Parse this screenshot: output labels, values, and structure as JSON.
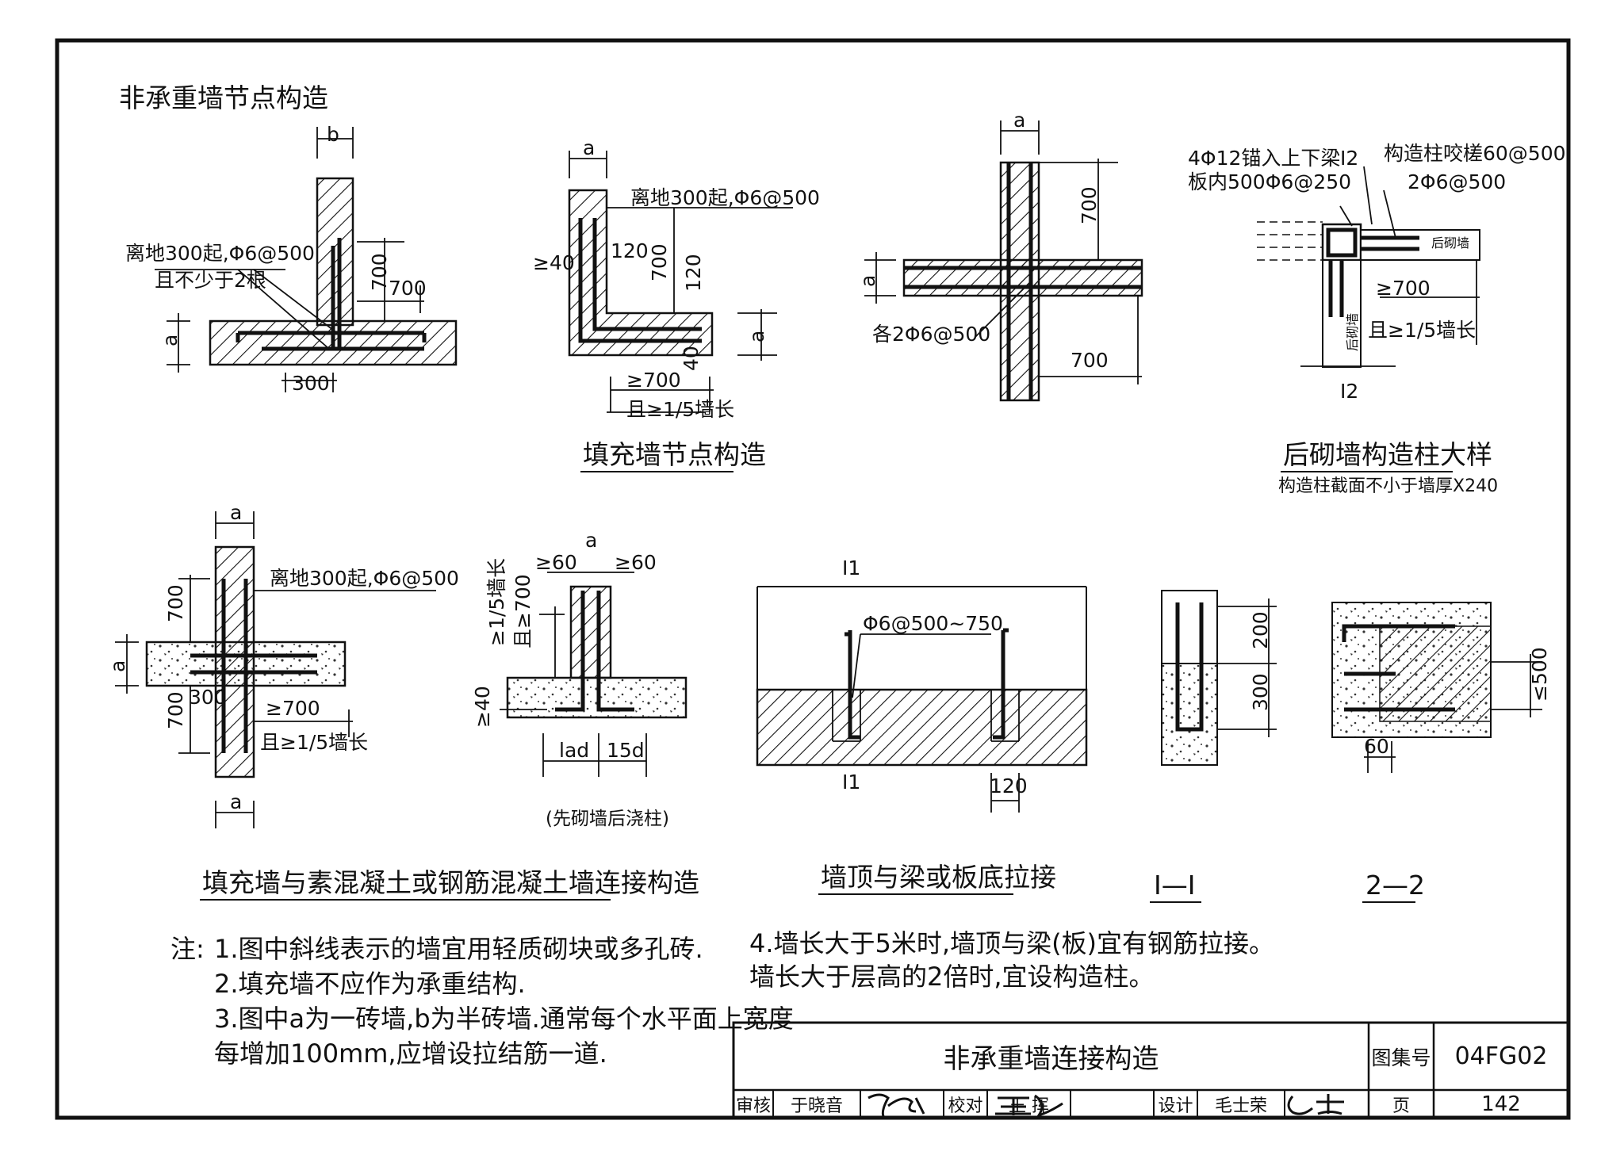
{
  "sheet": {
    "section_title": "非承重墙节点构造",
    "detail_a": {
      "dim_b": "b",
      "tie_note_1": "离地300起,Φ6@500",
      "tie_note_2": "且不少于2根",
      "dim_700_v": "700",
      "dim_700_h": "700",
      "dim_a": "a",
      "dim_300": "300"
    },
    "detail_b": {
      "dim_a": "a",
      "tie_note": "离地300起,Φ6@500",
      "dim_ge40": "≥40",
      "dim_120_a": "120",
      "dim_700": "700",
      "dim_120_b": "120",
      "dim_a_right": "a",
      "dim_40": "40",
      "dim_ge700": "≥700",
      "dim_ratio": "且≥1/5墙长"
    },
    "caption_infill_node": "填充墙节点构造",
    "detail_c": {
      "dim_a": "a",
      "dim_700_v": "700",
      "dim_a_left": "a",
      "rebar_note": "各2Φ6@500",
      "dim_700_h": "700"
    },
    "detail_d": {
      "anchor_note_1": "4Φ12锚入上下梁",
      "anchor_note_2": "板内500Φ6@250",
      "section_mark_top": "I2",
      "section_mark_bottom": "I2",
      "column_note": "构造柱咬槎60@500",
      "tie_note": "2Φ6@500",
      "wall_label_right": "后砌墙",
      "wall_label_bottom": "后砌墙",
      "dim_ge700": "≥700",
      "dim_ratio": "且≥1/5墙长"
    },
    "caption_column": "后砌墙构造柱大样",
    "caption_column_sub": "构造柱截面不小于墙厚X240",
    "detail_e": {
      "dim_a_top": "a",
      "tie_note": "离地300起,Φ6@500",
      "dim_700_top": "700",
      "dim_a_left": "a",
      "dim_300": "300",
      "dim_700_bottom": "700",
      "dim_ge700": "≥700",
      "dim_ratio": "且≥1/5墙长",
      "dim_a_bottom": "a"
    },
    "detail_f": {
      "dim_60_left": "≥60",
      "dim_a": "a",
      "dim_60_right": "≥60",
      "dim_ratio": "≥1/5墙长",
      "dim_ge700": "且≥700",
      "dim_ge40": "≥40",
      "dim_lad": "lad",
      "dim_15d": "15d",
      "caption": "(先砌墙后浇柱)"
    },
    "detail_g": {
      "section_mark_top": "I1",
      "section_mark_bottom": "I1",
      "rebar_note": "Φ6@500~750",
      "dim_120": "120"
    },
    "detail_h": {
      "dim_200": "200",
      "dim_300": "300"
    },
    "detail_i": {
      "dim_500": "≤500",
      "dim_60": "60"
    },
    "caption_connection": "填充墙与素混凝土或钢筋混凝土墙连接构造",
    "caption_wall_top": "墙顶与梁或板底拉接",
    "caption_section_1": "I—I",
    "caption_section_2": "2—2",
    "notes": {
      "prefix": "注:",
      "n1": "1.图中斜线表示的墙宜用轻质砌块或多孔砖.",
      "n2": "2.填充墙不应作为承重结构.",
      "n3a": "3.图中a为一砖墙,b为半砖墙.通常每个水平面上宽度",
      "n3b": "每增加100mm,应增设拉结筋一道.",
      "n4a": "4.墙长大于5米时,墙顶与梁(板)宜有钢筋拉接。",
      "n4b": "墙长大于层高的2倍时,宜设构造柱。"
    },
    "title_block": {
      "drawing_title": "非承重墙连接构造",
      "atlas_label": "图集号",
      "atlas_no": "04FG02",
      "review_label": "审核",
      "reviewer": "于晓音",
      "check_label": "校对",
      "checker": "王 挥",
      "design_label": "设计",
      "designer": "毛士荣",
      "page_label": "页",
      "page_no": "142"
    }
  }
}
